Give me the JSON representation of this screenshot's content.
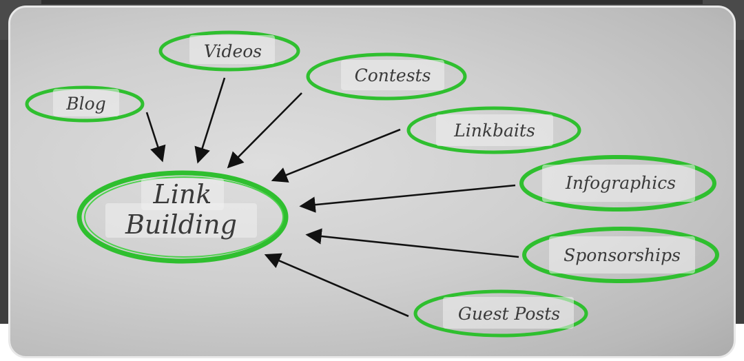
{
  "diagram": {
    "hub": {
      "line1": "Link",
      "line2": "Building"
    },
    "nodes": [
      {
        "id": "blog",
        "label": "Blog"
      },
      {
        "id": "videos",
        "label": "Videos"
      },
      {
        "id": "contests",
        "label": "Contests"
      },
      {
        "id": "linkbaits",
        "label": "Linkbaits"
      },
      {
        "id": "infographics",
        "label": "Infographics"
      },
      {
        "id": "sponsorships",
        "label": "Sponsorships"
      },
      {
        "id": "guest-posts",
        "label": "Guest Posts"
      }
    ],
    "colors": {
      "ring": "#2fbf2f",
      "arrow": "#111111",
      "text": "#3a3a3a"
    }
  }
}
